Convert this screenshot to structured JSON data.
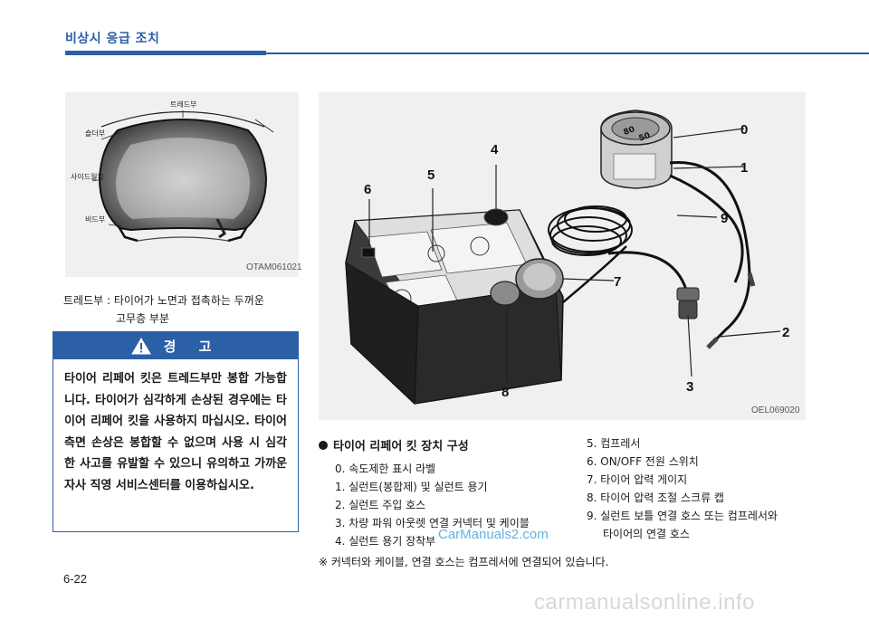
{
  "header": {
    "section_title": "비상시 응급 조치"
  },
  "tire_figure": {
    "labels": {
      "tread": "트레드부",
      "shoulder": "숄더부",
      "sidewall": "사이드월부",
      "bead": "비드부"
    },
    "code": "OTAM061021"
  },
  "tread_note": {
    "line1": "트레드부 : 타이어가 노면과 접촉하는 두꺼운",
    "line2": "고무층 부분"
  },
  "warning": {
    "title": "경 고",
    "body": "타이어 리페어 킷은 트레드부만 봉합 가능합니다. 타이어가 심각하게 손상된 경우에는 타이어 리페어 킷을 사용하지 마십시오. 타이어 측면 손상은 봉합할 수 없으며 사용 시 심각한 사고를 유발할 수 있으니 유의하고 가까운 자사 직영 서비스센터를 이용하십시오."
  },
  "kit_figure": {
    "code": "OEL069020",
    "callouts": [
      "0",
      "1",
      "2",
      "3",
      "4",
      "5",
      "6",
      "7",
      "8",
      "9"
    ],
    "dial_numbers": {
      "a": "80",
      "b": "50"
    }
  },
  "kit_list": {
    "heading": "타이어 리페어 킷 장치 구성",
    "left_items": [
      "0.  속도제한 표시 라벨",
      "1.  실런트(봉합제) 및 실런트 용기",
      "2.  실런트 주입 호스",
      "3.  차량 파워 아웃렛 연결 커넥터 및 케이블",
      "4.  실런트 용기 장착부"
    ],
    "right_items": [
      "5.  컴프레서",
      "6.  ON/OFF 전원 스위치",
      "7.  타이어 압력 게이지",
      "8.  타이어 압력 조절 스크류 캡",
      "9.  실런트 보틀 연결 호스 또는 컴프레서와"
    ],
    "right_item9_cont": "타이어의 연결 호스",
    "note": "※ 커넥터와 케이블, 연결 호스는 컴프레서에 연결되어 있습니다."
  },
  "footer": {
    "page_number": "6-22"
  },
  "watermarks": {
    "site1": "CarManuals2.com",
    "site2": "carmanualsonline.info"
  }
}
